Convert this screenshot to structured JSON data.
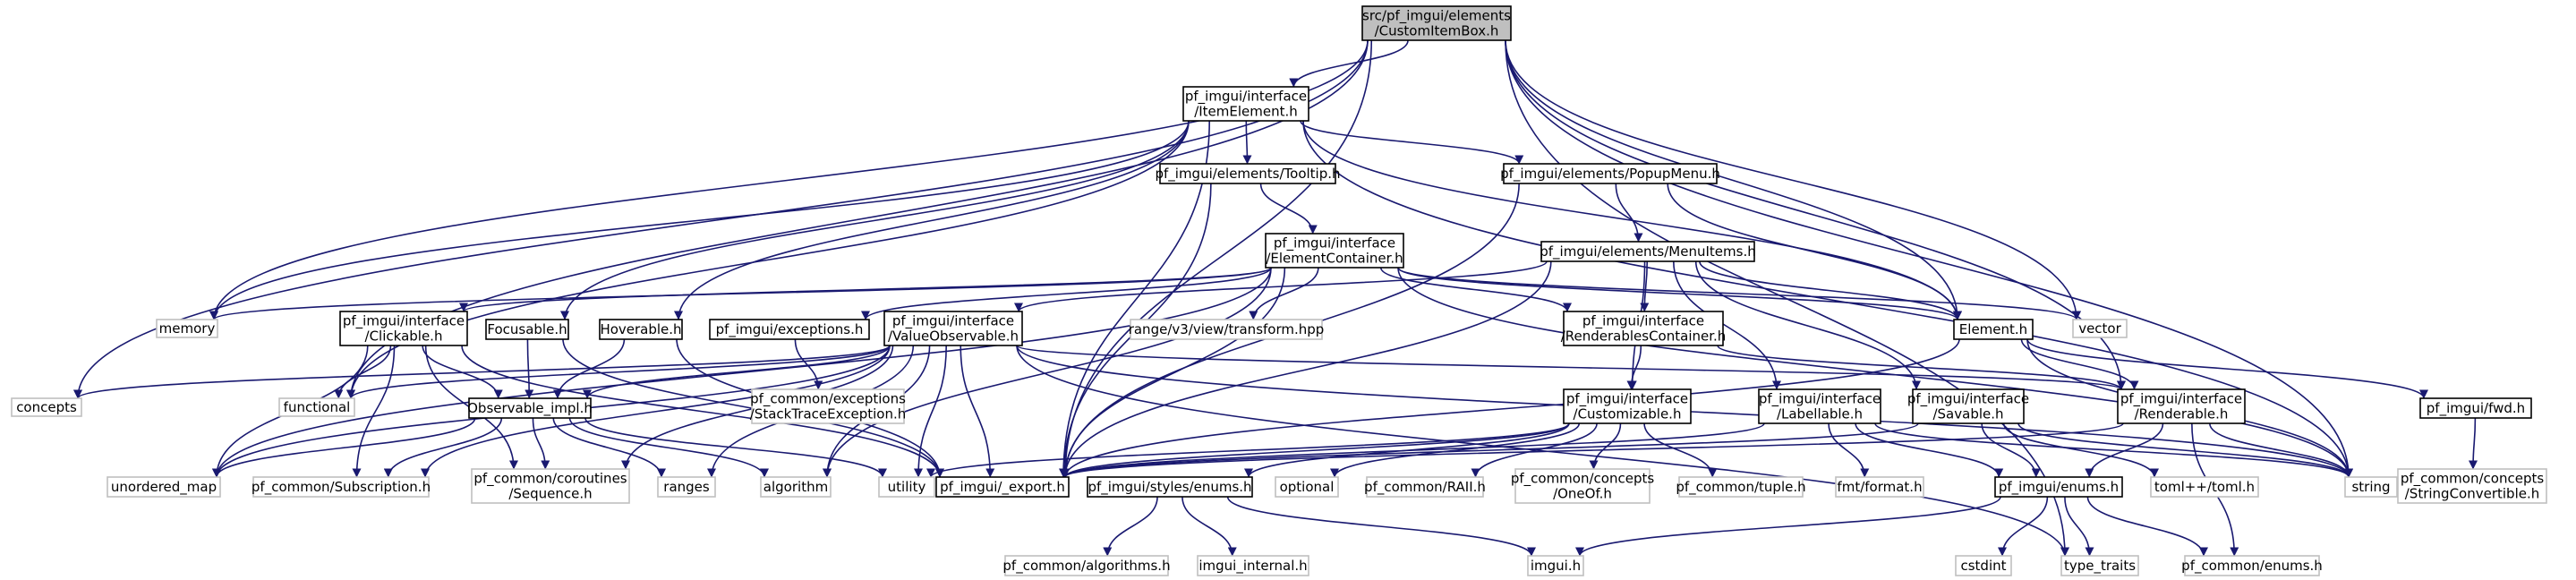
{
  "title": "src/pf_imgui/elements/CustomItemBox.h",
  "colors": {
    "edge": "#191970",
    "root_fill": "#bfbfbf",
    "external_border": "#bfbfbf",
    "node_border": "#000000"
  },
  "nodes": [
    {
      "id": "root",
      "lines": [
        "src/pf_imgui/elements",
        "/CustomItemBox.h"
      ],
      "kind": "root"
    },
    {
      "id": "itemelement",
      "lines": [
        "pf_imgui/interface",
        "/ItemElement.h"
      ],
      "kind": "internal"
    },
    {
      "id": "tooltip",
      "lines": [
        "pf_imgui/elements/Tooltip.h"
      ],
      "kind": "internal"
    },
    {
      "id": "popupmenu",
      "lines": [
        "pf_imgui/elements/PopupMenu.h"
      ],
      "kind": "internal"
    },
    {
      "id": "elementcontainer",
      "lines": [
        "pf_imgui/interface",
        "/ElementContainer.h"
      ],
      "kind": "internal"
    },
    {
      "id": "menuitems",
      "lines": [
        "pf_imgui/elements/MenuItems.h"
      ],
      "kind": "internal"
    },
    {
      "id": "memory",
      "lines": [
        "memory"
      ],
      "kind": "external"
    },
    {
      "id": "clickable",
      "lines": [
        "pf_imgui/interface",
        "/Clickable.h"
      ],
      "kind": "internal"
    },
    {
      "id": "focusable",
      "lines": [
        "Focusable.h"
      ],
      "kind": "internal"
    },
    {
      "id": "hoverable",
      "lines": [
        "Hoverable.h"
      ],
      "kind": "internal"
    },
    {
      "id": "exceptions",
      "lines": [
        "pf_imgui/exceptions.h"
      ],
      "kind": "internal"
    },
    {
      "id": "valueobservable",
      "lines": [
        "pf_imgui/interface",
        "/ValueObservable.h"
      ],
      "kind": "internal"
    },
    {
      "id": "rangetransform",
      "lines": [
        "range/v3/view/transform.hpp"
      ],
      "kind": "external"
    },
    {
      "id": "renderablescontainer",
      "lines": [
        "pf_imgui/interface",
        "/RenderablesContainer.h"
      ],
      "kind": "internal"
    },
    {
      "id": "element",
      "lines": [
        "Element.h"
      ],
      "kind": "internal"
    },
    {
      "id": "vector",
      "lines": [
        "vector"
      ],
      "kind": "external"
    },
    {
      "id": "concepts",
      "lines": [
        "concepts"
      ],
      "kind": "external"
    },
    {
      "id": "functional",
      "lines": [
        "functional"
      ],
      "kind": "external"
    },
    {
      "id": "stacktrace",
      "lines": [
        "pf_common/exceptions",
        "/StackTraceException.h"
      ],
      "kind": "external"
    },
    {
      "id": "customizable",
      "lines": [
        "pf_imgui/interface",
        "/Customizable.h"
      ],
      "kind": "internal"
    },
    {
      "id": "labellable",
      "lines": [
        "pf_imgui/interface",
        "/Labellable.h"
      ],
      "kind": "internal"
    },
    {
      "id": "savable",
      "lines": [
        "pf_imgui/interface",
        "/Savable.h"
      ],
      "kind": "internal"
    },
    {
      "id": "renderable",
      "lines": [
        "pf_imgui/interface",
        "/Renderable.h"
      ],
      "kind": "internal"
    },
    {
      "id": "fwd",
      "lines": [
        "pf_imgui/fwd.h"
      ],
      "kind": "internal"
    },
    {
      "id": "observableimpl",
      "lines": [
        "Observable_impl.h"
      ],
      "kind": "internal"
    },
    {
      "id": "unorderedmap",
      "lines": [
        "unordered_map"
      ],
      "kind": "external"
    },
    {
      "id": "subscription",
      "lines": [
        "pf_common/Subscription.h"
      ],
      "kind": "external"
    },
    {
      "id": "sequence",
      "lines": [
        "pf_common/coroutines",
        "/Sequence.h"
      ],
      "kind": "external"
    },
    {
      "id": "ranges",
      "lines": [
        "ranges"
      ],
      "kind": "external"
    },
    {
      "id": "algorithm",
      "lines": [
        "algorithm"
      ],
      "kind": "external"
    },
    {
      "id": "utility",
      "lines": [
        "utility"
      ],
      "kind": "external"
    },
    {
      "id": "export",
      "lines": [
        "pf_imgui/_export.h"
      ],
      "kind": "internal"
    },
    {
      "id": "optional",
      "lines": [
        "optional"
      ],
      "kind": "external"
    },
    {
      "id": "raii",
      "lines": [
        "pf_common/RAII.h"
      ],
      "kind": "external"
    },
    {
      "id": "oneof",
      "lines": [
        "pf_common/concepts",
        "/OneOf.h"
      ],
      "kind": "external"
    },
    {
      "id": "tuple",
      "lines": [
        "pf_common/tuple.h"
      ],
      "kind": "external"
    },
    {
      "id": "fmtformat",
      "lines": [
        "fmt/format.h"
      ],
      "kind": "external"
    },
    {
      "id": "enums",
      "lines": [
        "pf_imgui/enums.h"
      ],
      "kind": "internal"
    },
    {
      "id": "toml",
      "lines": [
        "toml++/toml.h"
      ],
      "kind": "external"
    },
    {
      "id": "string",
      "lines": [
        "string"
      ],
      "kind": "external"
    },
    {
      "id": "stringconvertible",
      "lines": [
        "pf_common/concepts",
        "/StringConvertible.h"
      ],
      "kind": "external"
    },
    {
      "id": "stylesenums",
      "lines": [
        "pf_imgui/styles/enums.h"
      ],
      "kind": "internal"
    },
    {
      "id": "algorithms",
      "lines": [
        "pf_common/algorithms.h"
      ],
      "kind": "external"
    },
    {
      "id": "imguiinternal",
      "lines": [
        "imgui_internal.h"
      ],
      "kind": "external"
    },
    {
      "id": "imgui",
      "lines": [
        "imgui.h"
      ],
      "kind": "external"
    },
    {
      "id": "cstdint",
      "lines": [
        "cstdint"
      ],
      "kind": "external"
    },
    {
      "id": "typetraits",
      "lines": [
        "type_traits"
      ],
      "kind": "external"
    },
    {
      "id": "commonenums",
      "lines": [
        "pf_common/enums.h"
      ],
      "kind": "external"
    }
  ],
  "edges": [
    [
      "root",
      "itemelement"
    ],
    [
      "root",
      "concepts"
    ],
    [
      "root",
      "memory"
    ],
    [
      "root",
      "functional"
    ],
    [
      "root",
      "export"
    ],
    [
      "root",
      "element"
    ],
    [
      "root",
      "vector"
    ],
    [
      "root",
      "string"
    ],
    [
      "root",
      "renderable"
    ],
    [
      "root",
      "typetraits"
    ],
    [
      "itemelement",
      "tooltip"
    ],
    [
      "itemelement",
      "popupmenu"
    ],
    [
      "itemelement",
      "memory"
    ],
    [
      "itemelement",
      "focusable"
    ],
    [
      "itemelement",
      "hoverable"
    ],
    [
      "itemelement",
      "functional"
    ],
    [
      "itemelement",
      "export"
    ],
    [
      "itemelement",
      "element"
    ],
    [
      "itemelement",
      "string"
    ],
    [
      "tooltip",
      "elementcontainer"
    ],
    [
      "tooltip",
      "export"
    ],
    [
      "popupmenu",
      "menuitems"
    ],
    [
      "popupmenu",
      "element"
    ],
    [
      "popupmenu",
      "export"
    ],
    [
      "elementcontainer",
      "memory"
    ],
    [
      "elementcontainer",
      "clickable"
    ],
    [
      "elementcontainer",
      "exceptions"
    ],
    [
      "elementcontainer",
      "rangetransform"
    ],
    [
      "elementcontainer",
      "renderablescontainer"
    ],
    [
      "elementcontainer",
      "element"
    ],
    [
      "elementcontainer",
      "vector"
    ],
    [
      "elementcontainer",
      "unorderedmap"
    ],
    [
      "elementcontainer",
      "export"
    ],
    [
      "elementcontainer",
      "algorithm"
    ],
    [
      "elementcontainer",
      "string"
    ],
    [
      "menuitems",
      "valueobservable"
    ],
    [
      "menuitems",
      "renderablescontainer"
    ],
    [
      "menuitems",
      "element"
    ],
    [
      "menuitems",
      "labellable"
    ],
    [
      "menuitems",
      "savable"
    ],
    [
      "menuitems",
      "customizable"
    ],
    [
      "menuitems",
      "export"
    ],
    [
      "clickable",
      "functional"
    ],
    [
      "clickable",
      "observableimpl"
    ],
    [
      "clickable",
      "subscription"
    ],
    [
      "clickable",
      "unorderedmap"
    ],
    [
      "clickable",
      "sequence"
    ],
    [
      "clickable",
      "export"
    ],
    [
      "focusable",
      "observableimpl"
    ],
    [
      "focusable",
      "export"
    ],
    [
      "hoverable",
      "observableimpl"
    ],
    [
      "hoverable",
      "export"
    ],
    [
      "exceptions",
      "stacktrace"
    ],
    [
      "valueobservable",
      "concepts"
    ],
    [
      "valueobservable",
      "functional"
    ],
    [
      "valueobservable",
      "observableimpl"
    ],
    [
      "valueobservable",
      "unorderedmap"
    ],
    [
      "valueobservable",
      "subscription"
    ],
    [
      "valueobservable",
      "sequence"
    ],
    [
      "valueobservable",
      "ranges"
    ],
    [
      "valueobservable",
      "algorithm"
    ],
    [
      "valueobservable",
      "utility"
    ],
    [
      "valueobservable",
      "export"
    ],
    [
      "valueobservable",
      "renderable"
    ],
    [
      "valueobservable",
      "string"
    ],
    [
      "valueobservable",
      "typetraits"
    ],
    [
      "renderablescontainer",
      "customizable"
    ],
    [
      "renderablescontainer",
      "renderable"
    ],
    [
      "element",
      "renderable"
    ],
    [
      "element",
      "fwd"
    ],
    [
      "element",
      "string"
    ],
    [
      "element",
      "export"
    ],
    [
      "customizable",
      "utility"
    ],
    [
      "customizable",
      "optional"
    ],
    [
      "customizable",
      "raii"
    ],
    [
      "customizable",
      "oneof"
    ],
    [
      "customizable",
      "tuple"
    ],
    [
      "customizable",
      "stylesenums"
    ],
    [
      "customizable",
      "export"
    ],
    [
      "labellable",
      "fmtformat"
    ],
    [
      "labellable",
      "enums"
    ],
    [
      "labellable",
      "export"
    ],
    [
      "labellable",
      "string"
    ],
    [
      "savable",
      "enums"
    ],
    [
      "savable",
      "toml"
    ],
    [
      "savable",
      "export"
    ],
    [
      "savable",
      "string"
    ],
    [
      "renderable",
      "enums"
    ],
    [
      "renderable",
      "string"
    ],
    [
      "renderable",
      "commonenums"
    ],
    [
      "renderable",
      "export"
    ],
    [
      "fwd",
      "stringconvertible"
    ],
    [
      "observableimpl",
      "unorderedmap"
    ],
    [
      "observableimpl",
      "subscription"
    ],
    [
      "observableimpl",
      "sequence"
    ],
    [
      "observableimpl",
      "ranges"
    ],
    [
      "observableimpl",
      "algorithm"
    ],
    [
      "observableimpl",
      "utility"
    ],
    [
      "stylesenums",
      "algorithms"
    ],
    [
      "stylesenums",
      "imguiinternal"
    ],
    [
      "stylesenums",
      "imgui"
    ],
    [
      "enums",
      "imgui"
    ],
    [
      "enums",
      "cstdint"
    ],
    [
      "enums",
      "typetraits"
    ],
    [
      "enums",
      "commonenums"
    ]
  ]
}
